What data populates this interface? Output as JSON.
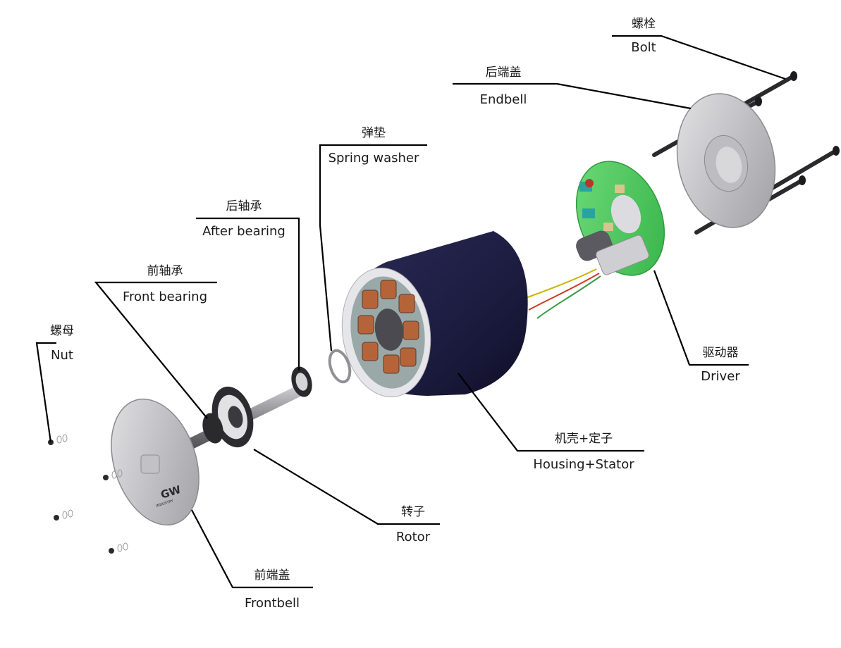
{
  "labels": {
    "bolt": {
      "cn": "螺栓",
      "en": "Bolt"
    },
    "endbell": {
      "cn": "后端盖",
      "en": "Endbell"
    },
    "spring": {
      "cn": "弹垫",
      "en": "Spring washer"
    },
    "after": {
      "cn": "后轴承",
      "en": "After bearing"
    },
    "front": {
      "cn": "前轴承",
      "en": "Front bearing"
    },
    "nut": {
      "cn": "螺母",
      "en": "Nut"
    },
    "driver": {
      "cn": "驱动器",
      "en": "Driver"
    },
    "housing": {
      "cn": "机壳+定子",
      "en": "Housing+Stator"
    },
    "rotor": {
      "cn": "转子",
      "en": "Rotor"
    },
    "frontbell": {
      "cn": "前端盖",
      "en": "Frontbell"
    }
  },
  "logo": {
    "mark": "GW",
    "sub": "INDUSTRY"
  },
  "colors": {
    "housing": "#1c1c40",
    "pcb": "#4cc95a",
    "metal": "#c9c9cc",
    "copper": "#b5643a"
  }
}
